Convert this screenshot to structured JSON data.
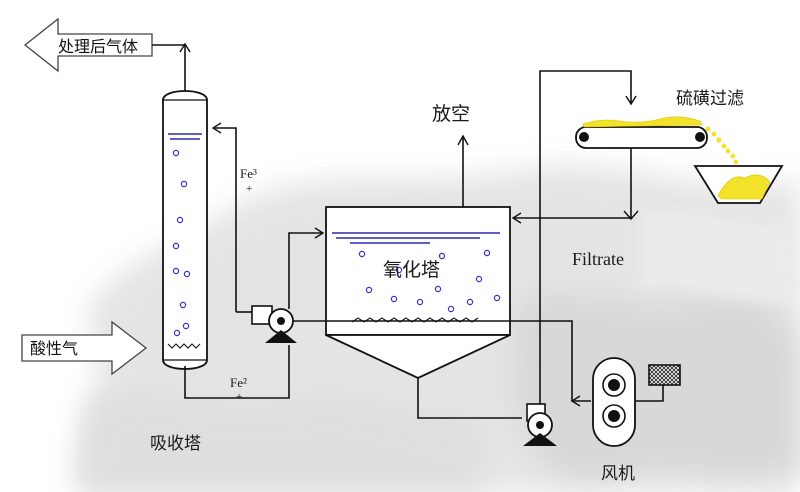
{
  "labels": {
    "treated_gas": "处理后气体",
    "sour_gas": "酸性气",
    "absorber": "吸收塔",
    "vent": "放空",
    "oxidizer": "氧化塔",
    "sulfur_filter": "硫磺过滤",
    "filtrate": "Filtrate",
    "blower": "风机",
    "fe3": "Fe³",
    "fe2": "Fe²"
  },
  "colors": {
    "line": "#111111",
    "liquid": "#2a2ab8",
    "bubble": "#3333cc",
    "sulfur": "#f2e22a",
    "background_smoke": "#cfcfcf"
  },
  "icons": [
    "left-arrow-icon",
    "pump-icon",
    "blower-icon",
    "motor-icon",
    "conveyor-belt-icon",
    "hopper-icon"
  ]
}
